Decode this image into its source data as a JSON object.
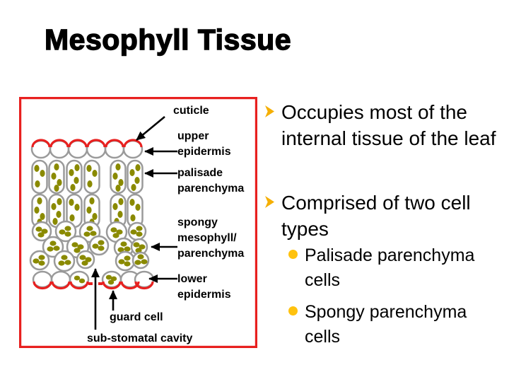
{
  "slide": {
    "title": "Mesophyll Tissue",
    "background": "#FFFFFF"
  },
  "colors": {
    "title_text": "#000000",
    "body_text": "#000000",
    "diagram_border_red": "#E8201F",
    "cuticle_red": "#E8201F",
    "cell_outline_gray": "#9A9A9A",
    "chloroplast_olive": "#8A8A00",
    "bullet_arrow_gold": "#F5AF02",
    "bullet_dot_gold": "#FFC20E"
  },
  "diagram": {
    "labels": {
      "cuticle": "cuticle",
      "upper_epidermis": [
        "upper",
        "epidermis"
      ],
      "palisade_parenchyma": [
        "palisade",
        "parenchyma"
      ],
      "spongy_mesophyll": [
        "spongy",
        "mesophyll/",
        "parenchyma"
      ],
      "lower_epidermis": [
        "lower",
        "epidermis"
      ],
      "guard_cell": "guard cell",
      "sub_stomatal_cavity": "sub-stomatal cavity"
    }
  },
  "bullets": {
    "level1": [
      {
        "text": "Occupies most of the internal tissue of the leaf"
      },
      {
        "text": "Comprised of two cell types"
      }
    ],
    "level2": [
      {
        "text": "Palisade parenchyma cells"
      },
      {
        "text": "Spongy parenchyma cells"
      }
    ]
  }
}
